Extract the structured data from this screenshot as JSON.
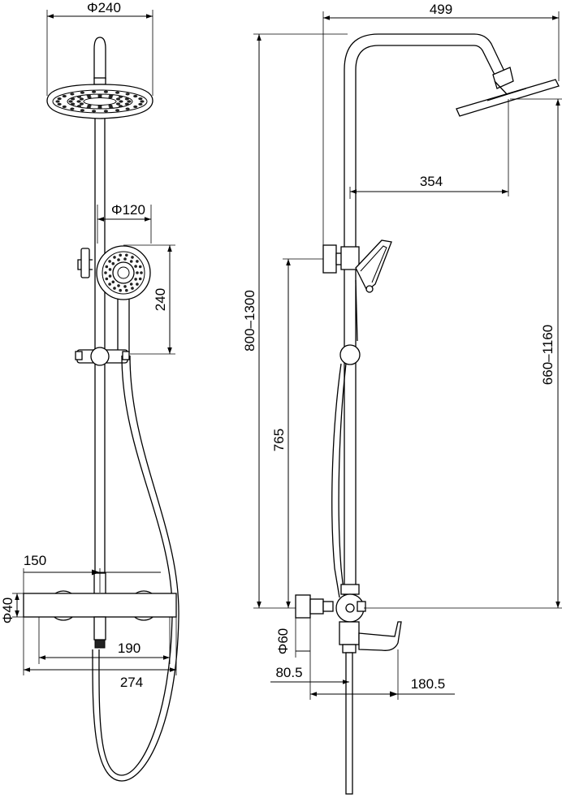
{
  "colors": {
    "line": "#000000",
    "background": "#ffffff"
  },
  "dimensions": {
    "head_diameter": "Φ240",
    "hand_diameter": "Φ120",
    "hand_height": "240",
    "valve_center": "150",
    "handle_spacing": "190",
    "valve_width": "274",
    "valve_height": "Φ40",
    "arm_width": "499",
    "arm_reach": "354",
    "total_height": "800–1300",
    "head_height": "660–1160",
    "holder_height": "765",
    "knob_diameter": "Φ60",
    "knob_offset": "80.5",
    "spout_length": "180.5"
  }
}
